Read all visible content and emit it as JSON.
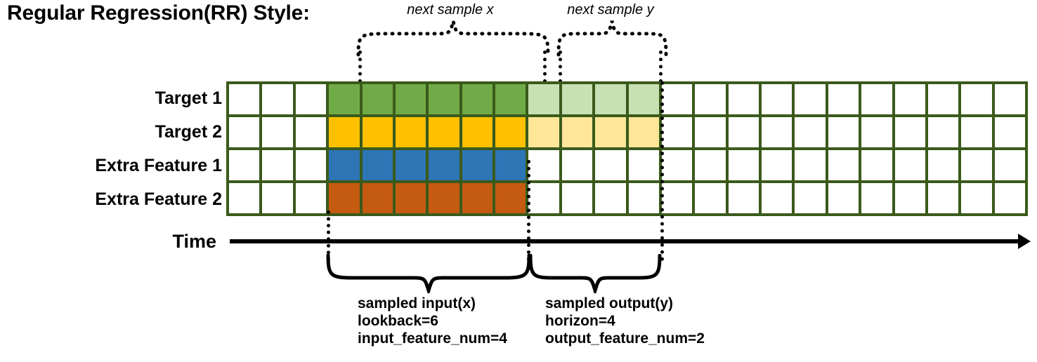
{
  "title": "Regular Regression(RR) Style:",
  "top_labels": {
    "next_sample_x": "next sample x",
    "next_sample_y": "next sample y"
  },
  "rows": [
    {
      "label": "Target 1",
      "fill": "green",
      "light_fill": "greenlight"
    },
    {
      "label": "Target 2",
      "fill": "yellow",
      "light_fill": "yellowlight"
    },
    {
      "label": "Extra Feature 1",
      "fill": "blue",
      "light_fill": null
    },
    {
      "label": "Extra Feature 2",
      "fill": "orange",
      "light_fill": null
    }
  ],
  "grid": {
    "total_columns": 24,
    "leading_blank_columns": 3,
    "input_columns": 6,
    "output_columns": 4,
    "trailing_blank_columns": 11,
    "border_color": "#3A5A1B"
  },
  "time_axis": {
    "label": "Time"
  },
  "annotations": {
    "input": {
      "title": "sampled input(x)",
      "line2": "lookback=6",
      "line3": "input_feature_num=4"
    },
    "output": {
      "title": "sampled output(y)",
      "line2": "horizon=4",
      "line3": "output_feature_num=2"
    }
  },
  "colors": {
    "green": "#71AB48",
    "green_light": "#C7E0B4",
    "yellow": "#FFC000",
    "yellow_light": "#FFE699",
    "blue": "#2E75B6",
    "orange": "#C55A11",
    "border": "#3A5A1B",
    "ink": "#000000"
  }
}
